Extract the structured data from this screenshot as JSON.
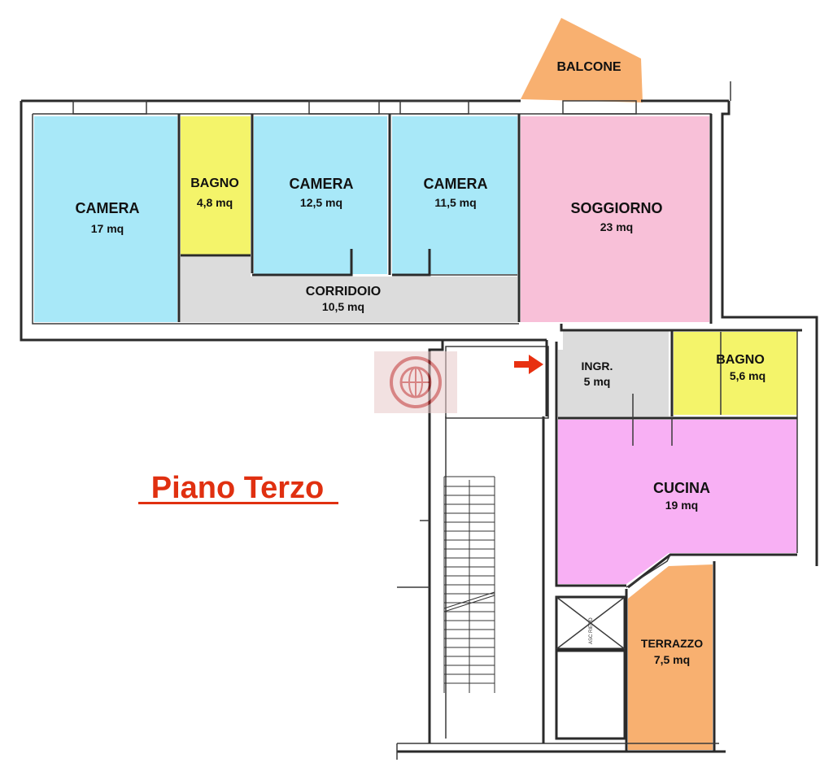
{
  "title": "Piano Terzo",
  "colors": {
    "camera": "#a8e8f8",
    "bagno": "#f4f46a",
    "soggiorno": "#f8c0d8",
    "corridoio": "#dcdcdc",
    "cucina": "#f8b0f4",
    "esterno": "#f8b070",
    "title": "#e03010",
    "arrow": "#e83010"
  },
  "rooms": {
    "camera1": {
      "name": "CAMERA",
      "area": "17 mq"
    },
    "bagno1": {
      "name": "BAGNO",
      "area": "4,8 mq"
    },
    "camera2": {
      "name": "CAMERA",
      "area": "12,5 mq"
    },
    "camera3": {
      "name": "CAMERA",
      "area": "11,5 mq"
    },
    "soggiorno": {
      "name": "SOGGIORNO",
      "area": "23 mq"
    },
    "balcone": {
      "name": "BALCONE"
    },
    "corridoio": {
      "name": "CORRIDOIO",
      "area": "10,5 mq"
    },
    "ingresso": {
      "name": "INGR.",
      "area": "5 mq"
    },
    "bagno2": {
      "name": "BAGNO",
      "area": "5,6 mq"
    },
    "cucina": {
      "name": "CUCINA",
      "area": "19 mq"
    },
    "terrazzo": {
      "name": "TERRAZZO",
      "area": "7,5 mq"
    }
  },
  "elevator_label": "ASC RIEPO",
  "icons": {
    "entrance": "entrance-arrow-icon",
    "logo": "agency-globe-logo-icon"
  }
}
